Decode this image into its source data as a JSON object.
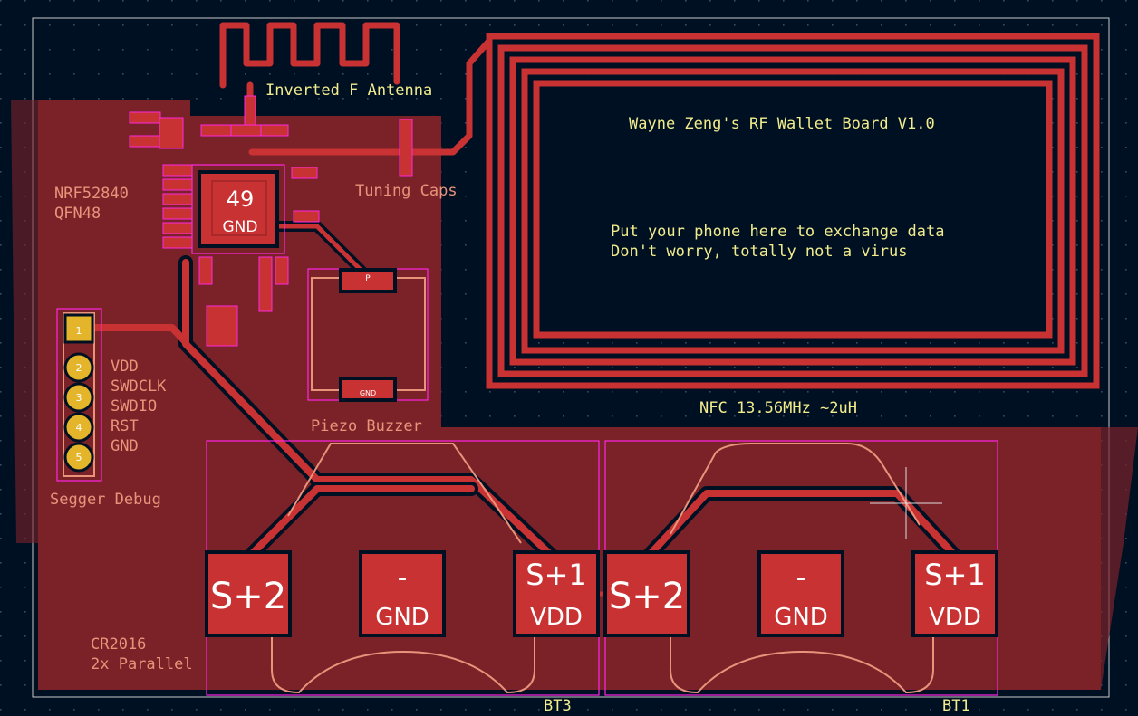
{
  "board": {
    "antenna_label": "Inverted F Antenna",
    "title": "Wayne Zeng's RF Wallet Board V1.0",
    "nfc_message_line1": "Put your phone here to exchange data",
    "nfc_message_line2": "Don't worry, totally not a virus",
    "nfc_label": "NFC 13.56MHz ~2uH",
    "tuning_caps_label": "Tuning Caps",
    "mcu_label_line1": "NRF52840",
    "mcu_label_line2": "QFN48",
    "mcu_pad_number": "49",
    "mcu_pad_net": "GND",
    "buzzer_label": "Piezo Buzzer",
    "buzzer_pad_top": "P",
    "buzzer_pad_bottom": "GND",
    "debug_label": "Segger Debug",
    "debug_pins": [
      {
        "num": "1",
        "name": "VDD"
      },
      {
        "num": "2",
        "name": "SWDCLK"
      },
      {
        "num": "3",
        "name": "SWDIO"
      },
      {
        "num": "4",
        "name": "RST"
      },
      {
        "num": "5",
        "name": "GND"
      }
    ],
    "battery_label_line1": "CR2016",
    "battery_label_line2": "2x Parallel",
    "batteries": [
      {
        "ref": "BT3",
        "pad_left": "S+2",
        "pad_mid_top": "-",
        "pad_mid_net": "GND",
        "pad_right": "S+1",
        "pad_right_net": "VDD"
      },
      {
        "ref": "BT1",
        "pad_left": "S+2",
        "pad_mid_top": "-",
        "pad_mid_net": "GND",
        "pad_right": "S+1",
        "pad_right_net": "VDD"
      }
    ]
  },
  "colors": {
    "background": "#001023",
    "copper_fill": "#7b2229",
    "track": "#c83232",
    "silkscreen": "#e8937a",
    "user_text": "#f2ec8c",
    "courtyard": "#ff26e2"
  }
}
